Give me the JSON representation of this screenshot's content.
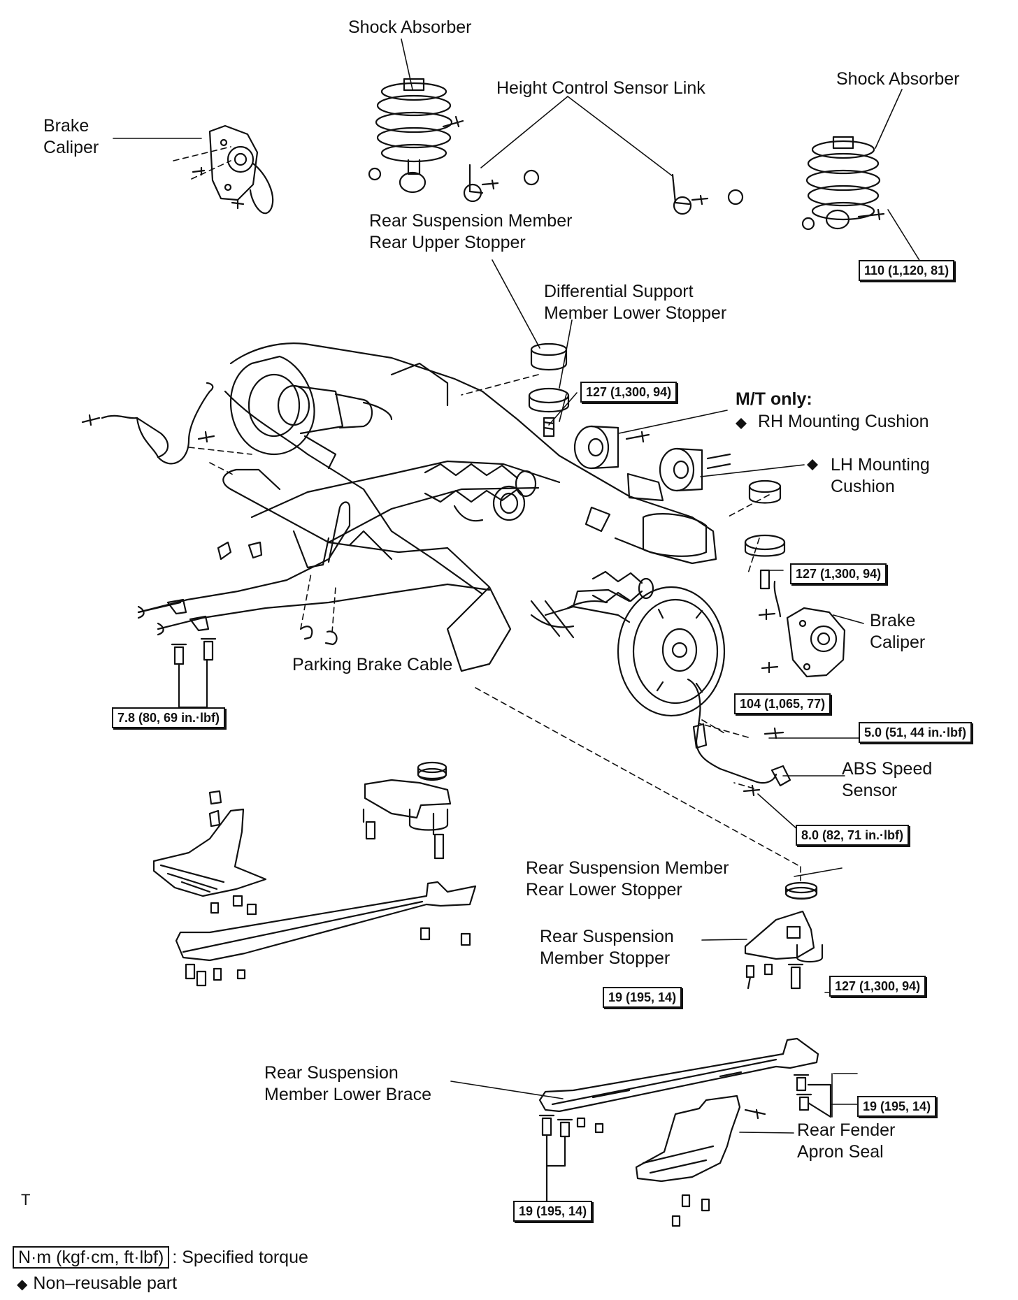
{
  "labels": {
    "shock_absorber_top": "Shock Absorber",
    "height_control_sensor_link": "Height Control Sensor Link",
    "shock_absorber_right": "Shock Absorber",
    "brake_caliper_left": [
      "Brake",
      "Caliper"
    ],
    "rear_upper_stopper": [
      "Rear Suspension Member",
      "Rear Upper Stopper"
    ],
    "diff_lower_stopper": [
      "Differential Support",
      "Member Lower Stopper"
    ],
    "mt_only": "M/T only:",
    "rh_mounting_cushion": "RH Mounting Cushion",
    "lh_mounting_cushion": [
      "LH Mounting",
      "Cushion"
    ],
    "brake_caliper_right": [
      "Brake",
      "Caliper"
    ],
    "parking_brake_cable": "Parking Brake Cable",
    "abs_speed_sensor": [
      "ABS Speed",
      "Sensor"
    ],
    "rear_lower_stopper": [
      "Rear Suspension Member",
      "Rear Lower Stopper"
    ],
    "member_stopper": [
      "Rear Suspension",
      "Member Stopper"
    ],
    "lower_brace": [
      "Rear Suspension",
      "Member Lower Brace"
    ],
    "fender_apron_seal": [
      "Rear Fender",
      "Apron Seal"
    ]
  },
  "torques": {
    "shock_bolt": "110 (1,120, 81)",
    "diff_upper": "127 (1,300, 94)",
    "diff_lower_right": "127 (1,300, 94)",
    "caliper": "104 (1,065, 77)",
    "abs_bracket": "5.0 (51, 44 in.·lbf)",
    "abs_sensor": "8.0 (82, 71 in.·lbf)",
    "parking_cable": "7.8 (80, 69 in.·lbf)",
    "stopper_small": "19 (195, 14)",
    "stopper_large": "127 (1,300, 94)",
    "brace_right": "19 (195, 14)",
    "brace_bottom": "19 (195, 14)"
  },
  "figure_id": "T",
  "legend": {
    "torque_unit": "N·m (kgf·cm, ft·lbf)",
    "torque_text": ": Specified torque",
    "nonreusable_symbol": "◆",
    "nonreusable_text": "Non–reusable part"
  }
}
